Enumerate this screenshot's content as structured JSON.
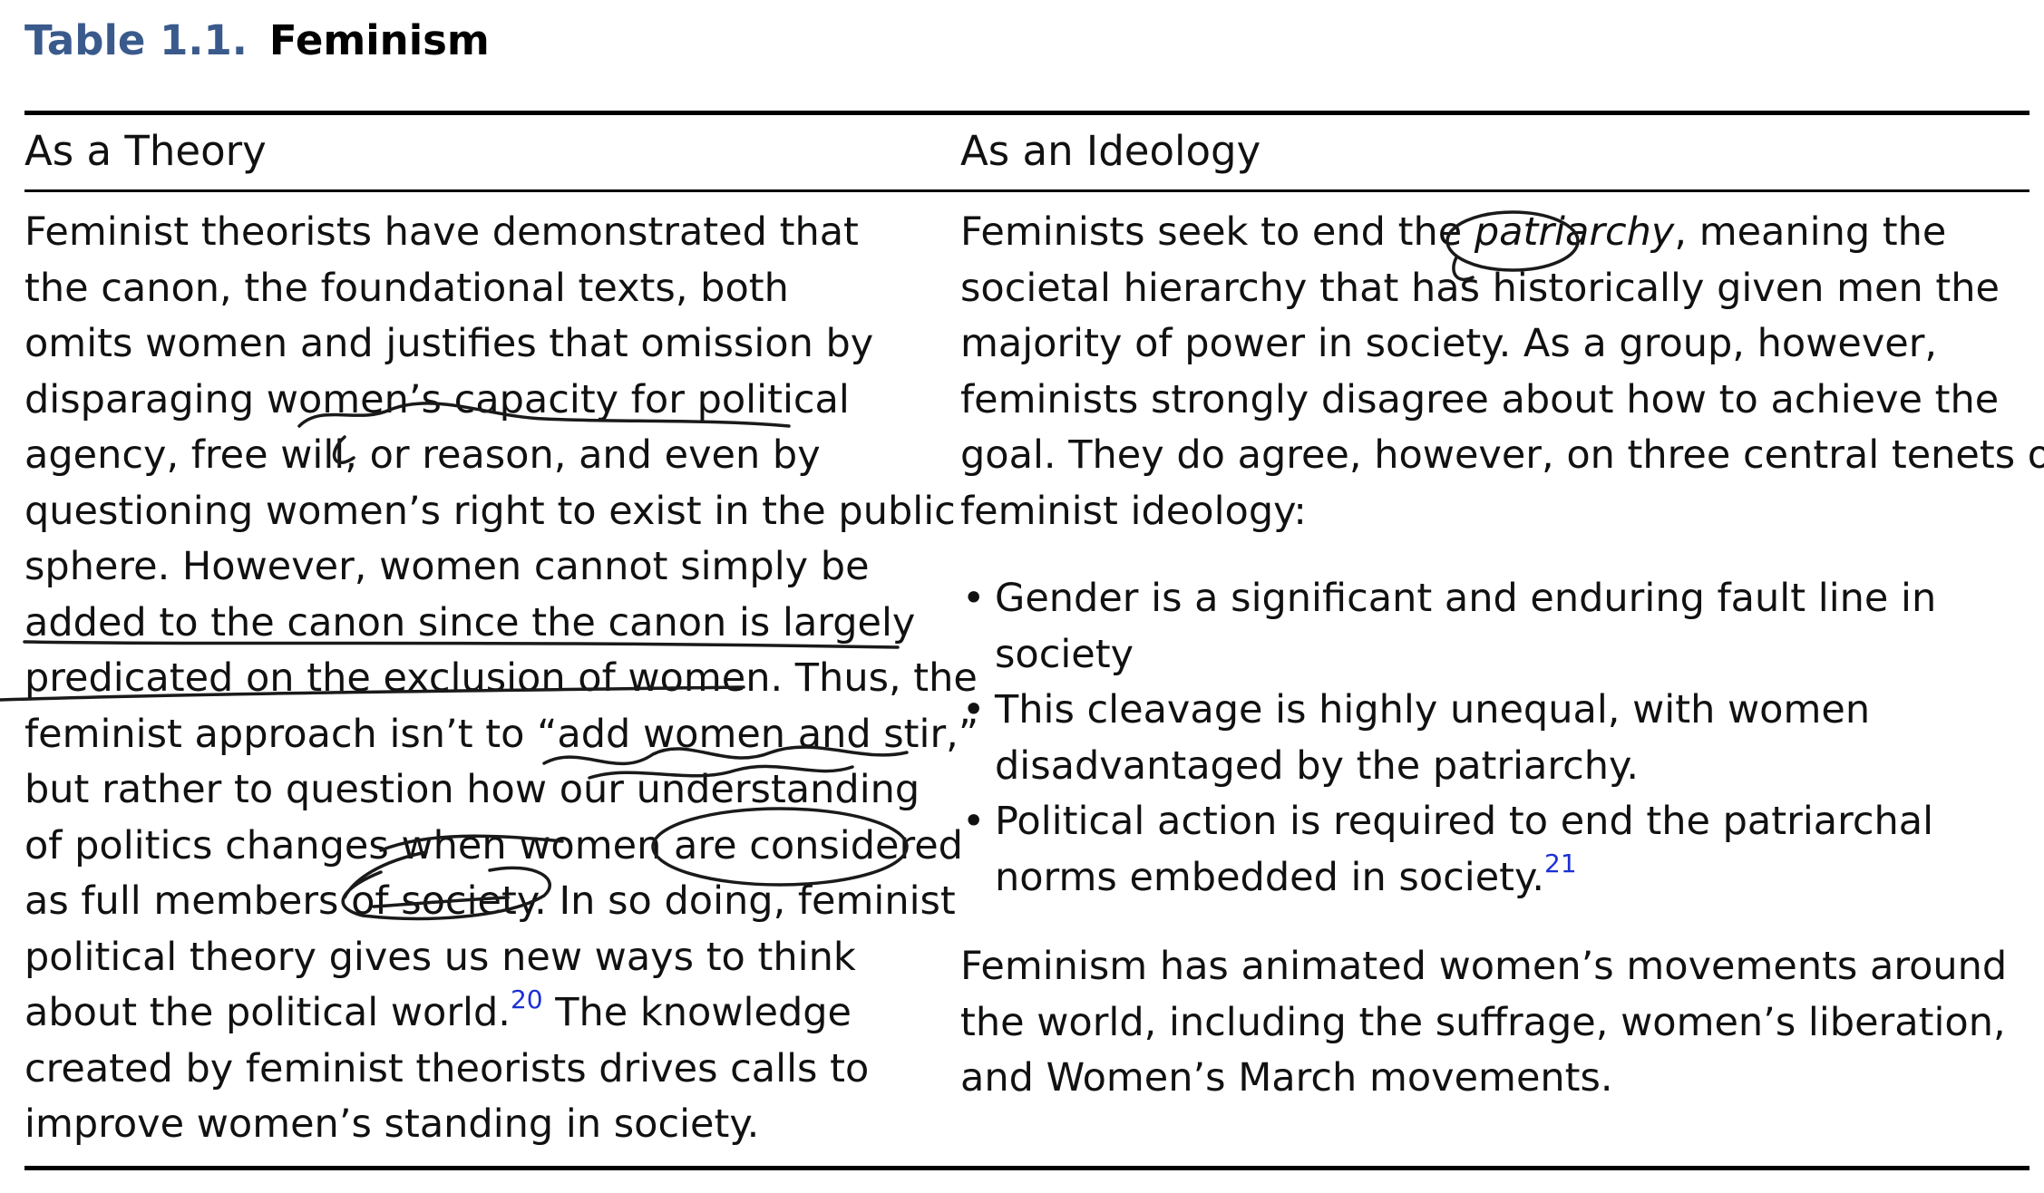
{
  "table": {
    "label": "Table 1.1.",
    "name": "Feminism"
  },
  "columns": {
    "left_header": "As a Theory",
    "right_header": "As an Ideology"
  },
  "theory": {
    "lines": [
      "Feminist theorists have demonstrated that",
      "the canon, the foundational texts, both",
      "omits women and justifies that omission by",
      "disparaging women’s capacity for political",
      "agency, free will, or reason, and even by",
      "questioning women’s right to exist in the public",
      "sphere. However, women cannot simply be",
      "added to the canon since the canon is largely",
      "predicated on the exclusion of women. Thus, the",
      "feminist approach isn’t to “add women and stir,”",
      "but rather to question how our understanding",
      "of politics changes when women are considered",
      "as full members of society. In so doing, feminist",
      "political theory gives us new ways to think"
    ],
    "line15_before": "about the political world.",
    "footnote_20": "20",
    "line15_after": " The knowledge",
    "line16": "created by feminist theorists drives calls to",
    "line17": "improve women’s standing in society."
  },
  "ideology": {
    "line1_before": "Feminists seek to end the ",
    "line1_term": "patriarchy",
    "line1_after": ", meaning the",
    "lines": [
      "societal hierarchy that has historically given men the",
      "majority of power in society. As a group, however,",
      "feminists strongly disagree about how to achieve the",
      "goal. They do agree, however, on three central tenets of",
      "feminist ideology:"
    ],
    "bullet_char": "•",
    "bullet1": [
      "Gender is a significant and enduring fault line in",
      "society"
    ],
    "bullet2": [
      "This cleavage is highly unequal, with women",
      "disadvantaged by the patriarchy."
    ],
    "bullet3_line1": "Political action is required to end the patriarchal",
    "bullet3_line2": "norms embedded in society.",
    "footnote_21": "21",
    "closing": [
      "Feminism has animated women’s movements around",
      "the world, including the suffrage, women’s liberation,",
      "and Women’s March movements."
    ]
  },
  "colors": {
    "table_label": "#3a5a8c",
    "footnote": "#1a2fd6",
    "ink": "#1a1a1a"
  }
}
